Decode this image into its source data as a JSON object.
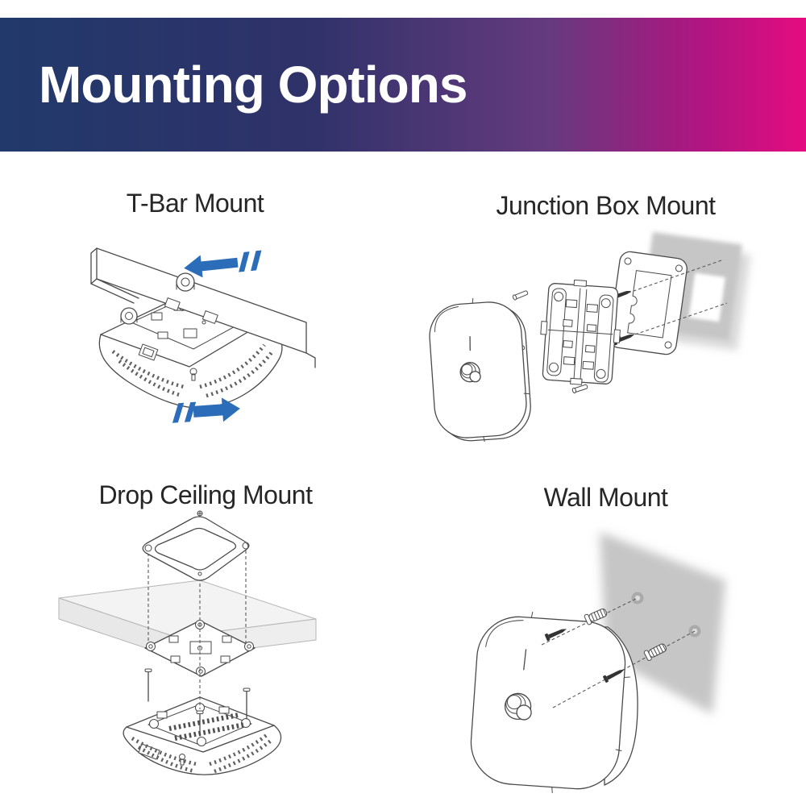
{
  "banner": {
    "title": "Mounting Options",
    "gradient_left": "#21396B",
    "gradient_right": "#E50C80"
  },
  "sections": [
    {
      "id": "t-bar-mount",
      "label": "T-Bar Mount"
    },
    {
      "id": "junction-box-mount",
      "label": "Junction Box Mount"
    },
    {
      "id": "drop-ceiling-mount",
      "label": "Drop Ceiling Mount"
    },
    {
      "id": "wall-mount",
      "label": "Wall Mount"
    }
  ],
  "colors": {
    "arrow_blue": "#2B6DB8",
    "line_art": "#4A4A4A",
    "shadow_gray": "#C6C6C6",
    "caption_text": "#262626"
  }
}
